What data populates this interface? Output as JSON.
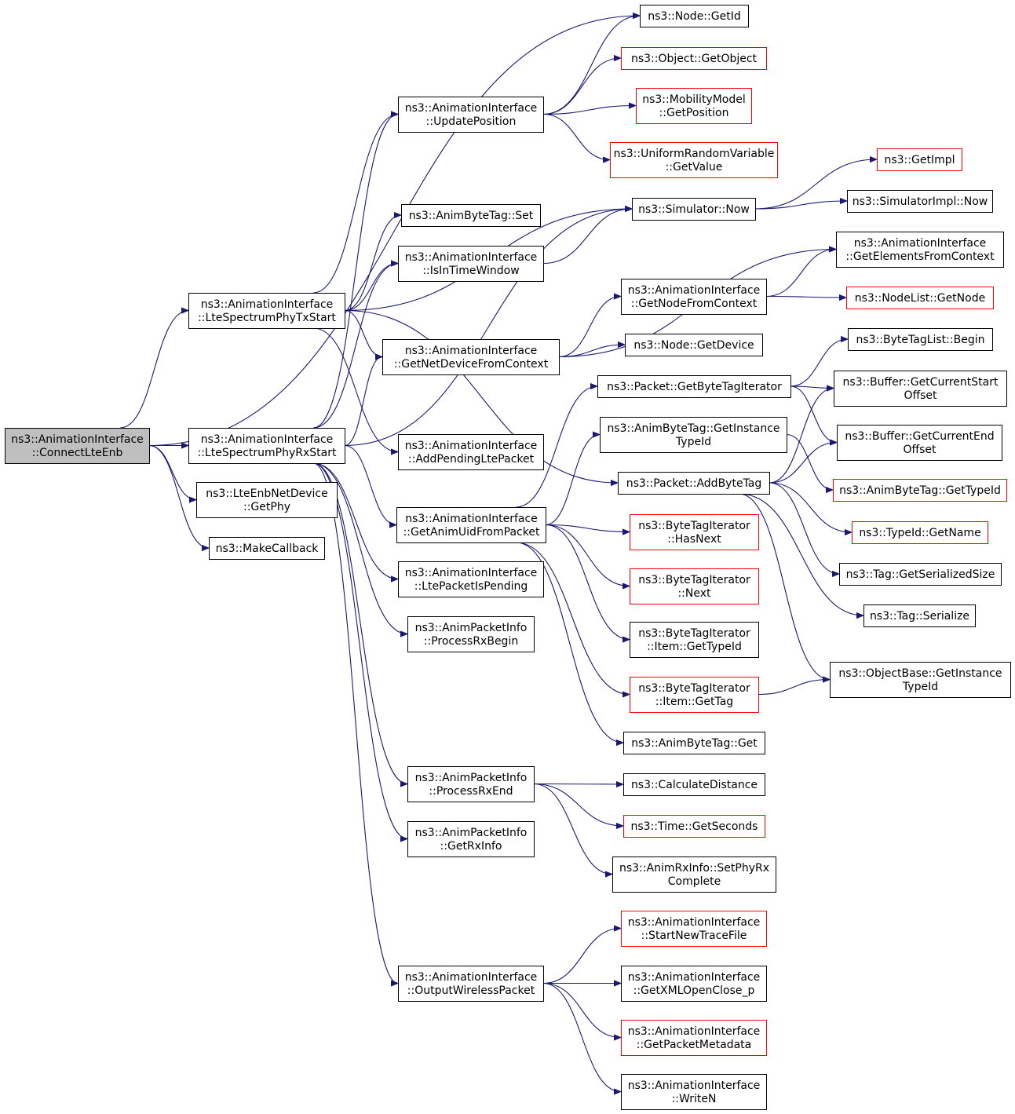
{
  "colors": {
    "edge": "#191970",
    "node_border": "#000000",
    "node_border_incomplete": "#ff0000",
    "root_fill": "#bfbfbf",
    "node_fill": "#ffffff"
  },
  "nodes": [
    {
      "id": "root",
      "lines": [
        "ns3::AnimationInterface",
        "::ConnectLteEnb"
      ],
      "root": true
    },
    {
      "id": "txstart",
      "lines": [
        "ns3::AnimationInterface",
        "::LteSpectrumPhyTxStart"
      ]
    },
    {
      "id": "rxstart",
      "lines": [
        "ns3::AnimationInterface",
        "::LteSpectrumPhyRxStart"
      ]
    },
    {
      "id": "getphy",
      "lines": [
        "ns3::LteEnbNetDevice",
        "::GetPhy"
      ]
    },
    {
      "id": "makecb",
      "lines": [
        "ns3::MakeCallback"
      ]
    },
    {
      "id": "nodegetid",
      "lines": [
        "ns3::Node::GetId"
      ]
    },
    {
      "id": "objgetobj",
      "lines": [
        "ns3::Object::GetObject"
      ],
      "red": true
    },
    {
      "id": "mobpos",
      "lines": [
        "ns3::MobilityModel",
        "::GetPosition"
      ],
      "red": true
    },
    {
      "id": "urvgetval",
      "lines": [
        "ns3::UniformRandomVariable",
        "::GetValue"
      ],
      "red": true
    },
    {
      "id": "updatepos",
      "lines": [
        "ns3::AnimationInterface",
        "::UpdatePosition"
      ]
    },
    {
      "id": "abtset",
      "lines": [
        "ns3::AnimByteTag::Set"
      ]
    },
    {
      "id": "simnow",
      "lines": [
        "ns3::Simulator::Now"
      ]
    },
    {
      "id": "getimpl",
      "lines": [
        "ns3::GetImpl"
      ],
      "red": true
    },
    {
      "id": "simimplnow",
      "lines": [
        "ns3::SimulatorImpl::Now"
      ]
    },
    {
      "id": "isintime",
      "lines": [
        "ns3::AnimationInterface",
        "::IsInTimeWindow"
      ]
    },
    {
      "id": "getelems",
      "lines": [
        "ns3::AnimationInterface",
        "::GetElementsFromContext"
      ]
    },
    {
      "id": "getnodefc",
      "lines": [
        "ns3::AnimationInterface",
        "::GetNodeFromContext"
      ]
    },
    {
      "id": "nodelist",
      "lines": [
        "ns3::NodeList::GetNode"
      ],
      "red": true
    },
    {
      "id": "getnetdev",
      "lines": [
        "ns3::AnimationInterface",
        "::GetNetDeviceFromContext"
      ]
    },
    {
      "id": "nodegetdev",
      "lines": [
        "ns3::Node::GetDevice"
      ]
    },
    {
      "id": "btlbegin",
      "lines": [
        "ns3::ByteTagList::Begin"
      ]
    },
    {
      "id": "pktgetbti",
      "lines": [
        "ns3::Packet::GetByteTagIterator"
      ]
    },
    {
      "id": "bufstart",
      "lines": [
        "ns3::Buffer::GetCurrentStart",
        "Offset"
      ]
    },
    {
      "id": "bufend",
      "lines": [
        "ns3::Buffer::GetCurrentEnd",
        "Offset"
      ]
    },
    {
      "id": "abtgetinst",
      "lines": [
        "ns3::AnimByteTag::GetInstance",
        "TypeId"
      ]
    },
    {
      "id": "addpending",
      "lines": [
        "ns3::AnimationInterface",
        "::AddPendingLtePacket"
      ]
    },
    {
      "id": "pktaddbt",
      "lines": [
        "ns3::Packet::AddByteTag"
      ]
    },
    {
      "id": "abtgettid",
      "lines": [
        "ns3::AnimByteTag::GetTypeId"
      ],
      "red": true
    },
    {
      "id": "getanimuid",
      "lines": [
        "ns3::AnimationInterface",
        "::GetAnimUidFromPacket"
      ]
    },
    {
      "id": "btihasnext",
      "lines": [
        "ns3::ByteTagIterator",
        "::HasNext"
      ],
      "red": true
    },
    {
      "id": "tidgetname",
      "lines": [
        "ns3::TypeId::GetName"
      ],
      "red": true
    },
    {
      "id": "taggetsize",
      "lines": [
        "ns3::Tag::GetSerializedSize"
      ]
    },
    {
      "id": "ltepending",
      "lines": [
        "ns3::AnimationInterface",
        "::LtePacketIsPending"
      ]
    },
    {
      "id": "btinext",
      "lines": [
        "ns3::ByteTagIterator",
        "::Next"
      ],
      "red": true
    },
    {
      "id": "tagser",
      "lines": [
        "ns3::Tag::Serialize"
      ]
    },
    {
      "id": "procrxbegin",
      "lines": [
        "ns3::AnimPacketInfo",
        "::ProcessRxBegin"
      ]
    },
    {
      "id": "btiitemtid",
      "lines": [
        "ns3::ByteTagIterator",
        "::Item::GetTypeId"
      ]
    },
    {
      "id": "objbase",
      "lines": [
        "ns3::ObjectBase::GetInstance",
        "TypeId"
      ]
    },
    {
      "id": "btiitemtag",
      "lines": [
        "ns3::ByteTagIterator",
        "::Item::GetTag"
      ],
      "red": true
    },
    {
      "id": "abtget",
      "lines": [
        "ns3::AnimByteTag::Get"
      ]
    },
    {
      "id": "procrxend",
      "lines": [
        "ns3::AnimPacketInfo",
        "::ProcessRxEnd"
      ]
    },
    {
      "id": "calcdist",
      "lines": [
        "ns3::CalculateDistance"
      ]
    },
    {
      "id": "timesec",
      "lines": [
        "ns3::Time::GetSeconds"
      ],
      "red": true
    },
    {
      "id": "getrxinfo",
      "lines": [
        "ns3::AnimPacketInfo",
        "::GetRxInfo"
      ]
    },
    {
      "id": "setphyrx",
      "lines": [
        "ns3::AnimRxInfo::SetPhyRx",
        "Complete"
      ]
    },
    {
      "id": "starttrace",
      "lines": [
        "ns3::AnimationInterface",
        "::StartNewTraceFile"
      ],
      "red": true
    },
    {
      "id": "outwireless",
      "lines": [
        "ns3::AnimationInterface",
        "::OutputWirelessPacket"
      ]
    },
    {
      "id": "getxml",
      "lines": [
        "ns3::AnimationInterface",
        "::GetXMLOpenClose_p"
      ]
    },
    {
      "id": "getpktmeta",
      "lines": [
        "ns3::AnimationInterface",
        "::GetPacketMetadata"
      ],
      "red": true
    },
    {
      "id": "writen",
      "lines": [
        "ns3::AnimationInterface",
        "::WriteN"
      ]
    }
  ],
  "edges": [
    [
      "root",
      "nodegetid"
    ],
    [
      "root",
      "txstart"
    ],
    [
      "root",
      "rxstart"
    ],
    [
      "root",
      "getphy"
    ],
    [
      "root",
      "makecb"
    ],
    [
      "txstart",
      "updatepos"
    ],
    [
      "txstart",
      "abtset"
    ],
    [
      "txstart",
      "simnow"
    ],
    [
      "txstart",
      "isintime"
    ],
    [
      "txstart",
      "getnetdev"
    ],
    [
      "txstart",
      "addpending"
    ],
    [
      "txstart",
      "pktaddbt"
    ],
    [
      "rxstart",
      "updatepos"
    ],
    [
      "rxstart",
      "isintime"
    ],
    [
      "rxstart",
      "simnow"
    ],
    [
      "rxstart",
      "getnetdev"
    ],
    [
      "rxstart",
      "getanimuid"
    ],
    [
      "rxstart",
      "ltepending"
    ],
    [
      "rxstart",
      "procrxbegin"
    ],
    [
      "rxstart",
      "procrxend"
    ],
    [
      "rxstart",
      "getrxinfo"
    ],
    [
      "rxstart",
      "outwireless"
    ],
    [
      "updatepos",
      "nodegetid"
    ],
    [
      "updatepos",
      "objgetobj"
    ],
    [
      "updatepos",
      "mobpos"
    ],
    [
      "updatepos",
      "urvgetval"
    ],
    [
      "isintime",
      "simnow"
    ],
    [
      "simnow",
      "getimpl"
    ],
    [
      "simnow",
      "simimplnow"
    ],
    [
      "getnetdev",
      "getelems"
    ],
    [
      "getnetdev",
      "getnodefc"
    ],
    [
      "getnetdev",
      "nodegetdev"
    ],
    [
      "getnodefc",
      "getelems"
    ],
    [
      "getnodefc",
      "nodelist"
    ],
    [
      "getanimuid",
      "pktgetbti"
    ],
    [
      "getanimuid",
      "abtgetinst"
    ],
    [
      "getanimuid",
      "btihasnext"
    ],
    [
      "getanimuid",
      "btinext"
    ],
    [
      "getanimuid",
      "btiitemtid"
    ],
    [
      "getanimuid",
      "btiitemtag"
    ],
    [
      "getanimuid",
      "abtget"
    ],
    [
      "pktgetbti",
      "btlbegin"
    ],
    [
      "pktgetbti",
      "bufstart"
    ],
    [
      "pktgetbti",
      "bufend"
    ],
    [
      "abtgetinst",
      "abtgettid"
    ],
    [
      "pktaddbt",
      "bufstart"
    ],
    [
      "pktaddbt",
      "bufend"
    ],
    [
      "pktaddbt",
      "tidgetname"
    ],
    [
      "pktaddbt",
      "taggetsize"
    ],
    [
      "pktaddbt",
      "tagser"
    ],
    [
      "pktaddbt",
      "objbase"
    ],
    [
      "btiitemtag",
      "objbase"
    ],
    [
      "procrxend",
      "calcdist"
    ],
    [
      "procrxend",
      "timesec"
    ],
    [
      "procrxend",
      "setphyrx"
    ],
    [
      "outwireless",
      "starttrace"
    ],
    [
      "outwireless",
      "getxml"
    ],
    [
      "outwireless",
      "getpktmeta"
    ],
    [
      "outwireless",
      "writen"
    ]
  ]
}
